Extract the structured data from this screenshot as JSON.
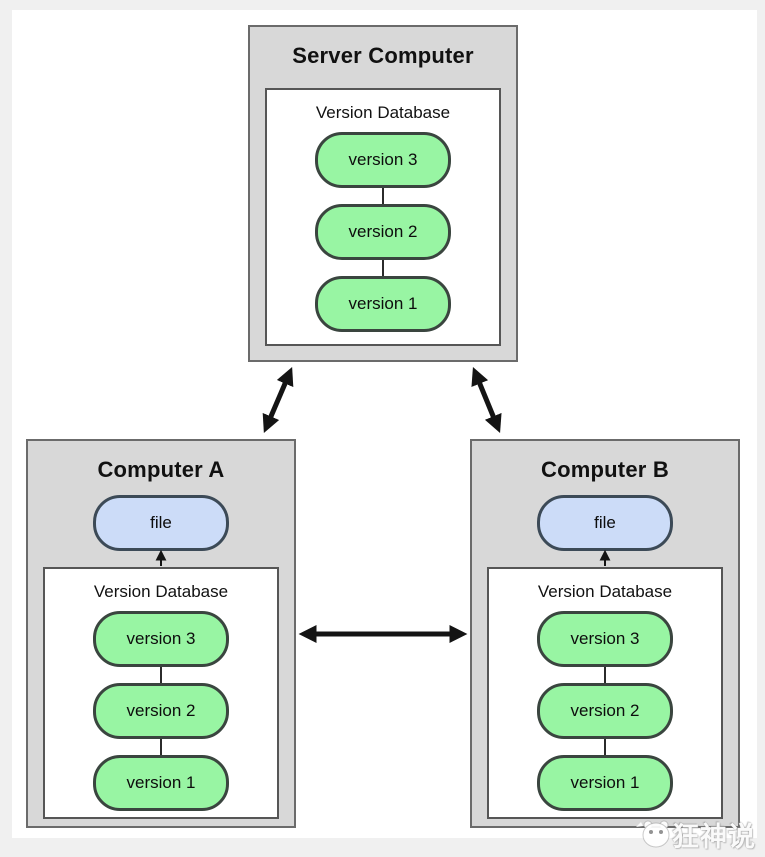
{
  "diagram": {
    "server": {
      "title": "Server Computer",
      "db": {
        "label": "Version Database",
        "versions": [
          "version 3",
          "version 2",
          "version 1"
        ]
      }
    },
    "computer_a": {
      "title": "Computer A",
      "file_label": "file",
      "db": {
        "label": "Version Database",
        "versions": [
          "version 3",
          "version 2",
          "version 1"
        ]
      }
    },
    "computer_b": {
      "title": "Computer B",
      "file_label": "file",
      "db": {
        "label": "Version Database",
        "versions": [
          "version 3",
          "version 2",
          "version 1"
        ]
      }
    },
    "connections": [
      "server-to-computer-a-bidirectional",
      "server-to-computer-b-bidirectional",
      "computer-a-to-computer-b-bidirectional",
      "computer-a-db-to-file",
      "computer-b-db-to-file"
    ]
  },
  "watermark": {
    "text": "狂神说",
    "icon": "panda-face-icon"
  },
  "colors": {
    "page_frame": "#f0f0f0",
    "box_fill": "#d8d8d8",
    "box_border": "#6b6b6b",
    "db_border": "#565656",
    "version_fill": "#98f5a3",
    "pill_border": "#3a453f",
    "file_fill": "#ccdcf8",
    "file_border": "#3c4a57",
    "arrow": "#141414"
  }
}
